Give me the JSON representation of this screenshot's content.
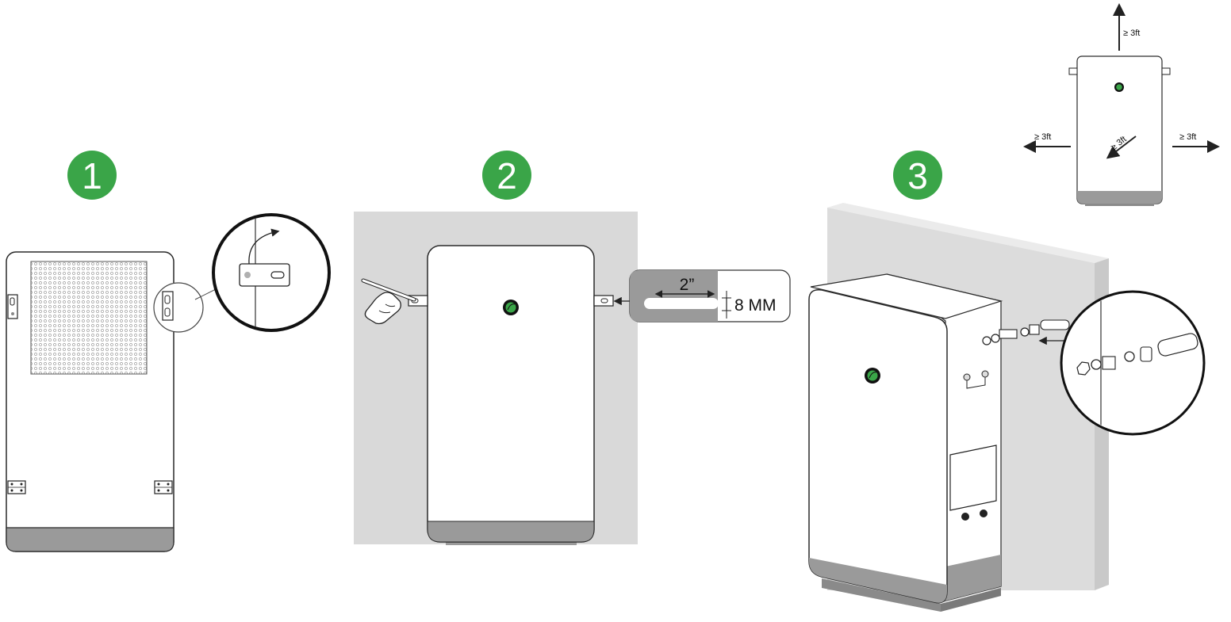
{
  "steps": [
    {
      "number": "1"
    },
    {
      "number": "2"
    },
    {
      "number": "3"
    }
  ],
  "step2": {
    "slot_length_label": "2”",
    "slot_width_label": "8 MM"
  },
  "clearance": {
    "top": "≥ 3ft",
    "left": "≥ 3ft",
    "right": "≥ 3ft",
    "front": "≥ 3ft"
  },
  "colors": {
    "step_badge": "#3aa548",
    "logo_green": "#3aa548",
    "wall_gray": "#d9d9d9",
    "base_gray": "#9a9a9a",
    "outline": "#2a2a2a"
  }
}
